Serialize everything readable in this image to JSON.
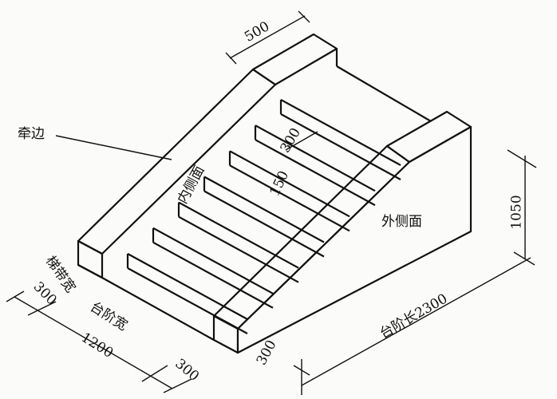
{
  "labels": {
    "qianbian": "牵边",
    "inner_side": "内侧面",
    "outer_side": "外侧面",
    "stringer_width": "梯带宽",
    "step_width": "台阶宽",
    "step_length": "台阶长2300"
  },
  "dimensions": {
    "top_width": "500",
    "tread": "300",
    "riser": "150",
    "height": "1050",
    "left_stringer": "300",
    "step_width": "1200",
    "right_stringer": "300",
    "base_offset": "300"
  },
  "colors": {
    "line": "#111111",
    "background": "#fbfbf9"
  }
}
